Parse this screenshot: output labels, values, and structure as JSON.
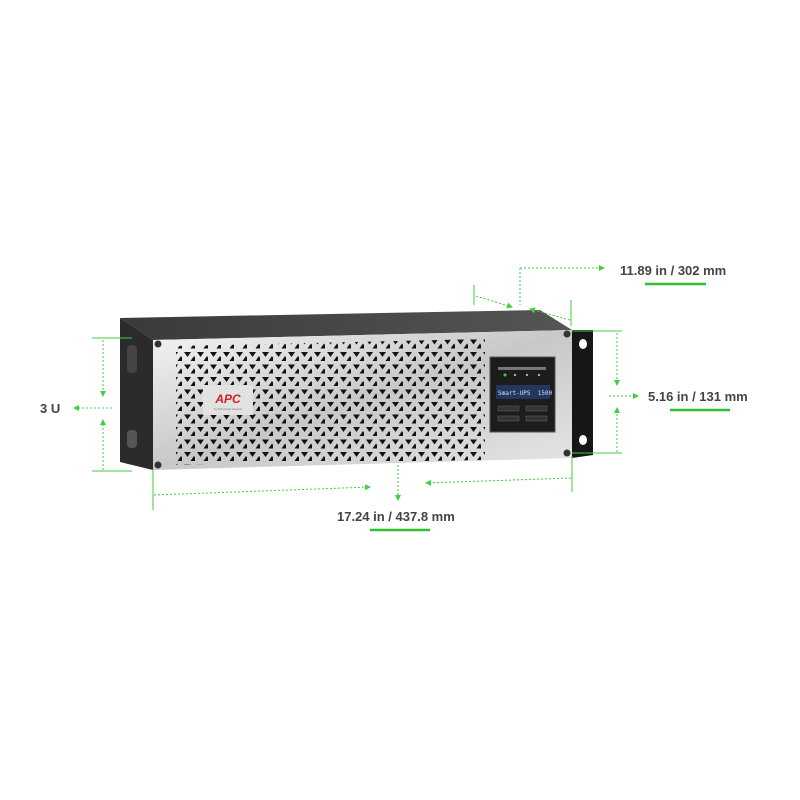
{
  "product": {
    "brand_logo": "APC",
    "brand_sub": "by Schneider Electric",
    "display_text": "Smart-UPS  1500"
  },
  "dimensions": {
    "depth": "11.89 in / 302 mm",
    "height": "5.16 in / 131 mm",
    "rack_units": "3 U",
    "width": "17.24 in / 437.8 mm"
  },
  "colors": {
    "dimension_lines": "#3fcf3f",
    "label_text": "#444444",
    "logo": "#d0202a"
  }
}
